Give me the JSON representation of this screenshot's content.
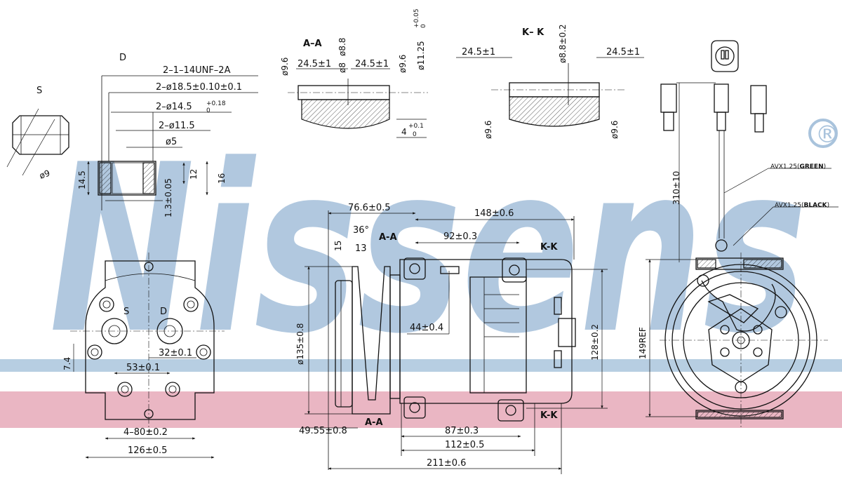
{
  "brand": {
    "watermark": "Nissens",
    "registered_mark": "®"
  },
  "colors": {
    "watermark_blue": "#a9c3dc",
    "stripe_pink": "#e6a9b9",
    "stripe_blue": "#b7cee2",
    "ink": "#111111"
  },
  "views": {
    "d": "D",
    "s": "S",
    "aa": "A–A",
    "kk": "K– K"
  },
  "fitting": {
    "thread": "2–1–14UNF–2A",
    "d185": "2–ø18.5±0.10±0.1",
    "d145": "2–ø14.5",
    "d145_tol_up": "+0.18",
    "d145_tol_lo": "0",
    "d115": "2–ø11.5",
    "d5": "ø5",
    "h145": "14.5",
    "h12": "12",
    "h16": "16",
    "h13": "1.3±0.05",
    "s9": "ø9"
  },
  "section_aa": {
    "w1": "24.5±1",
    "w2": "24.5±1",
    "d96a": "ø9.6",
    "d8": "ø8",
    "d88": "ø8.8",
    "d96b": "ø9.6",
    "d1125": "ø11.25",
    "d1125_tol_up": "+0.05",
    "d1125_tol_lo": "0",
    "depth": "4",
    "depth_tol_up": "+0.1",
    "depth_tol_lo": "0"
  },
  "section_kk": {
    "w1": "24.5±1",
    "w2": "24.5±1",
    "d88": "ø8.8±0.2",
    "d96a": "ø9.6",
    "d96b": "ø9.6"
  },
  "front": {
    "s": "S",
    "d": "D",
    "d32": "32±0.1",
    "d53": "53±0.1",
    "d74": "7.4",
    "d480": "4–80±0.2",
    "d126": "126±0.5"
  },
  "side": {
    "d766": "76.6±0.5",
    "d148": "148±0.6",
    "d36": "36°",
    "aa_top": "A-A",
    "d15": "15",
    "d13": "13",
    "d92": "92±0.3",
    "kk_top": "K-K",
    "d44": "44±0.4",
    "d135": "ø135±0.8",
    "d128": "128±0.2",
    "d4955": "49.55±0.8",
    "d87": "87±0.3",
    "d112": "112±0.5",
    "d211": "211±0.6",
    "aa_bottom": "A-A",
    "kk_bottom": "K-K"
  },
  "right": {
    "d310": "310±10",
    "d149": "149REF",
    "wire_green_prefix": "AVX1.25(",
    "wire_green_color": "GREEN",
    "wire_green_suffix": ")",
    "wire_black_prefix": "AVX1.25(",
    "wire_black_color": "BLACK",
    "wire_black_suffix": ")"
  }
}
